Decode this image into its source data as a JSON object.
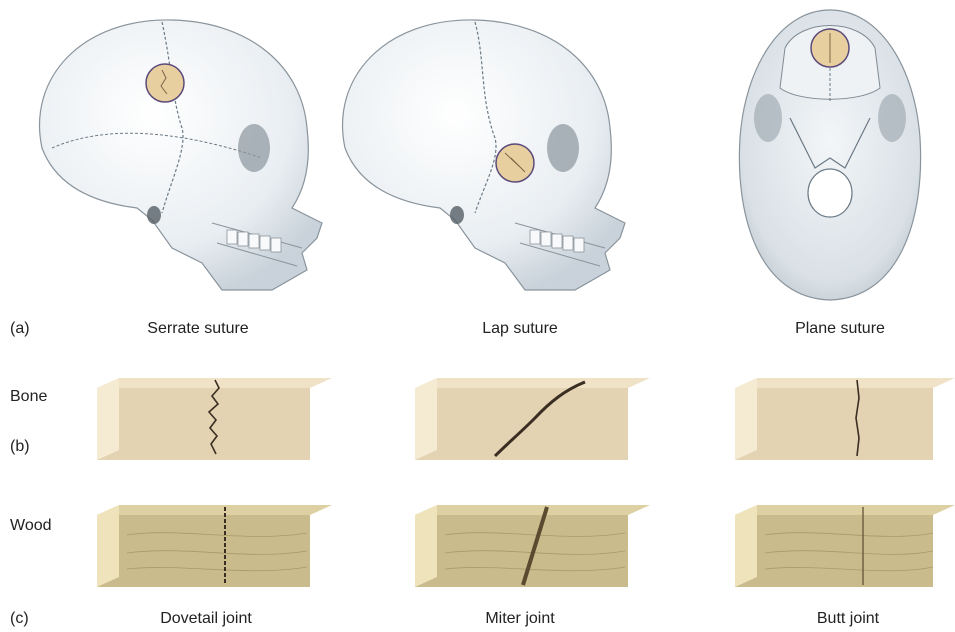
{
  "panel_a": {
    "letter": "(a)",
    "captions": [
      "Serrate suture",
      "Lap suture",
      "Plane suture"
    ]
  },
  "panel_b": {
    "row_label": "Bone",
    "letter": "(b)"
  },
  "panel_c": {
    "row_label": "Wood",
    "letter": "(c)",
    "captions": [
      "Dovetail joint",
      "Miter joint",
      "Butt joint"
    ]
  },
  "colors": {
    "bone_face": "#e3d3b2",
    "bone_top": "#efe2c6",
    "bone_side": "#f5ead2",
    "wood_face": "#c9bb8b",
    "wood_top": "#ddd0a2",
    "wood_side": "#efe3bb",
    "highlight_ring": "#5b4a7a",
    "highlight_fill": "#e8cfa0",
    "skull_shade": "#e9eef2"
  }
}
